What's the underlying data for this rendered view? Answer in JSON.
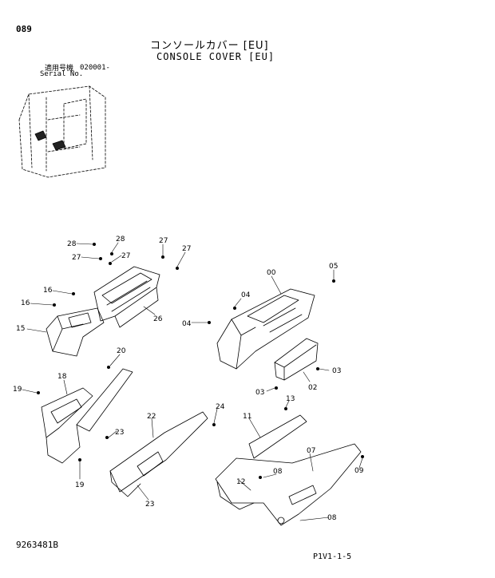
{
  "header": {
    "page_number": "089",
    "title_jp": "コンソールカバー [EU]",
    "title_en": "CONSOLE COVER [EU]",
    "serial_label_jp": "適用号機",
    "serial_label_en": "Serial No.",
    "serial_value": "020001-"
  },
  "footer": {
    "document_number": "9263481B",
    "page_ref": "P1V1-1-5"
  },
  "callouts": {
    "c28a": "28",
    "c28b": "28",
    "c27a": "27",
    "c27b": "27",
    "c27c": "27",
    "c27d": "27",
    "c16a": "16",
    "c16b": "16",
    "c15": "15",
    "c26": "26",
    "c00": "00",
    "c05": "05",
    "c04a": "04",
    "c04b": "04",
    "c03a": "03",
    "c03b": "03",
    "c02": "02",
    "c20": "20",
    "c18": "18",
    "c19a": "19",
    "c19b": "19",
    "c22": "22",
    "c24": "24",
    "c23a": "23",
    "c23b": "23",
    "c13": "13",
    "c11": "11",
    "c07": "07",
    "c09": "09",
    "c08a": "08",
    "c08b": "08",
    "c12": "12"
  }
}
